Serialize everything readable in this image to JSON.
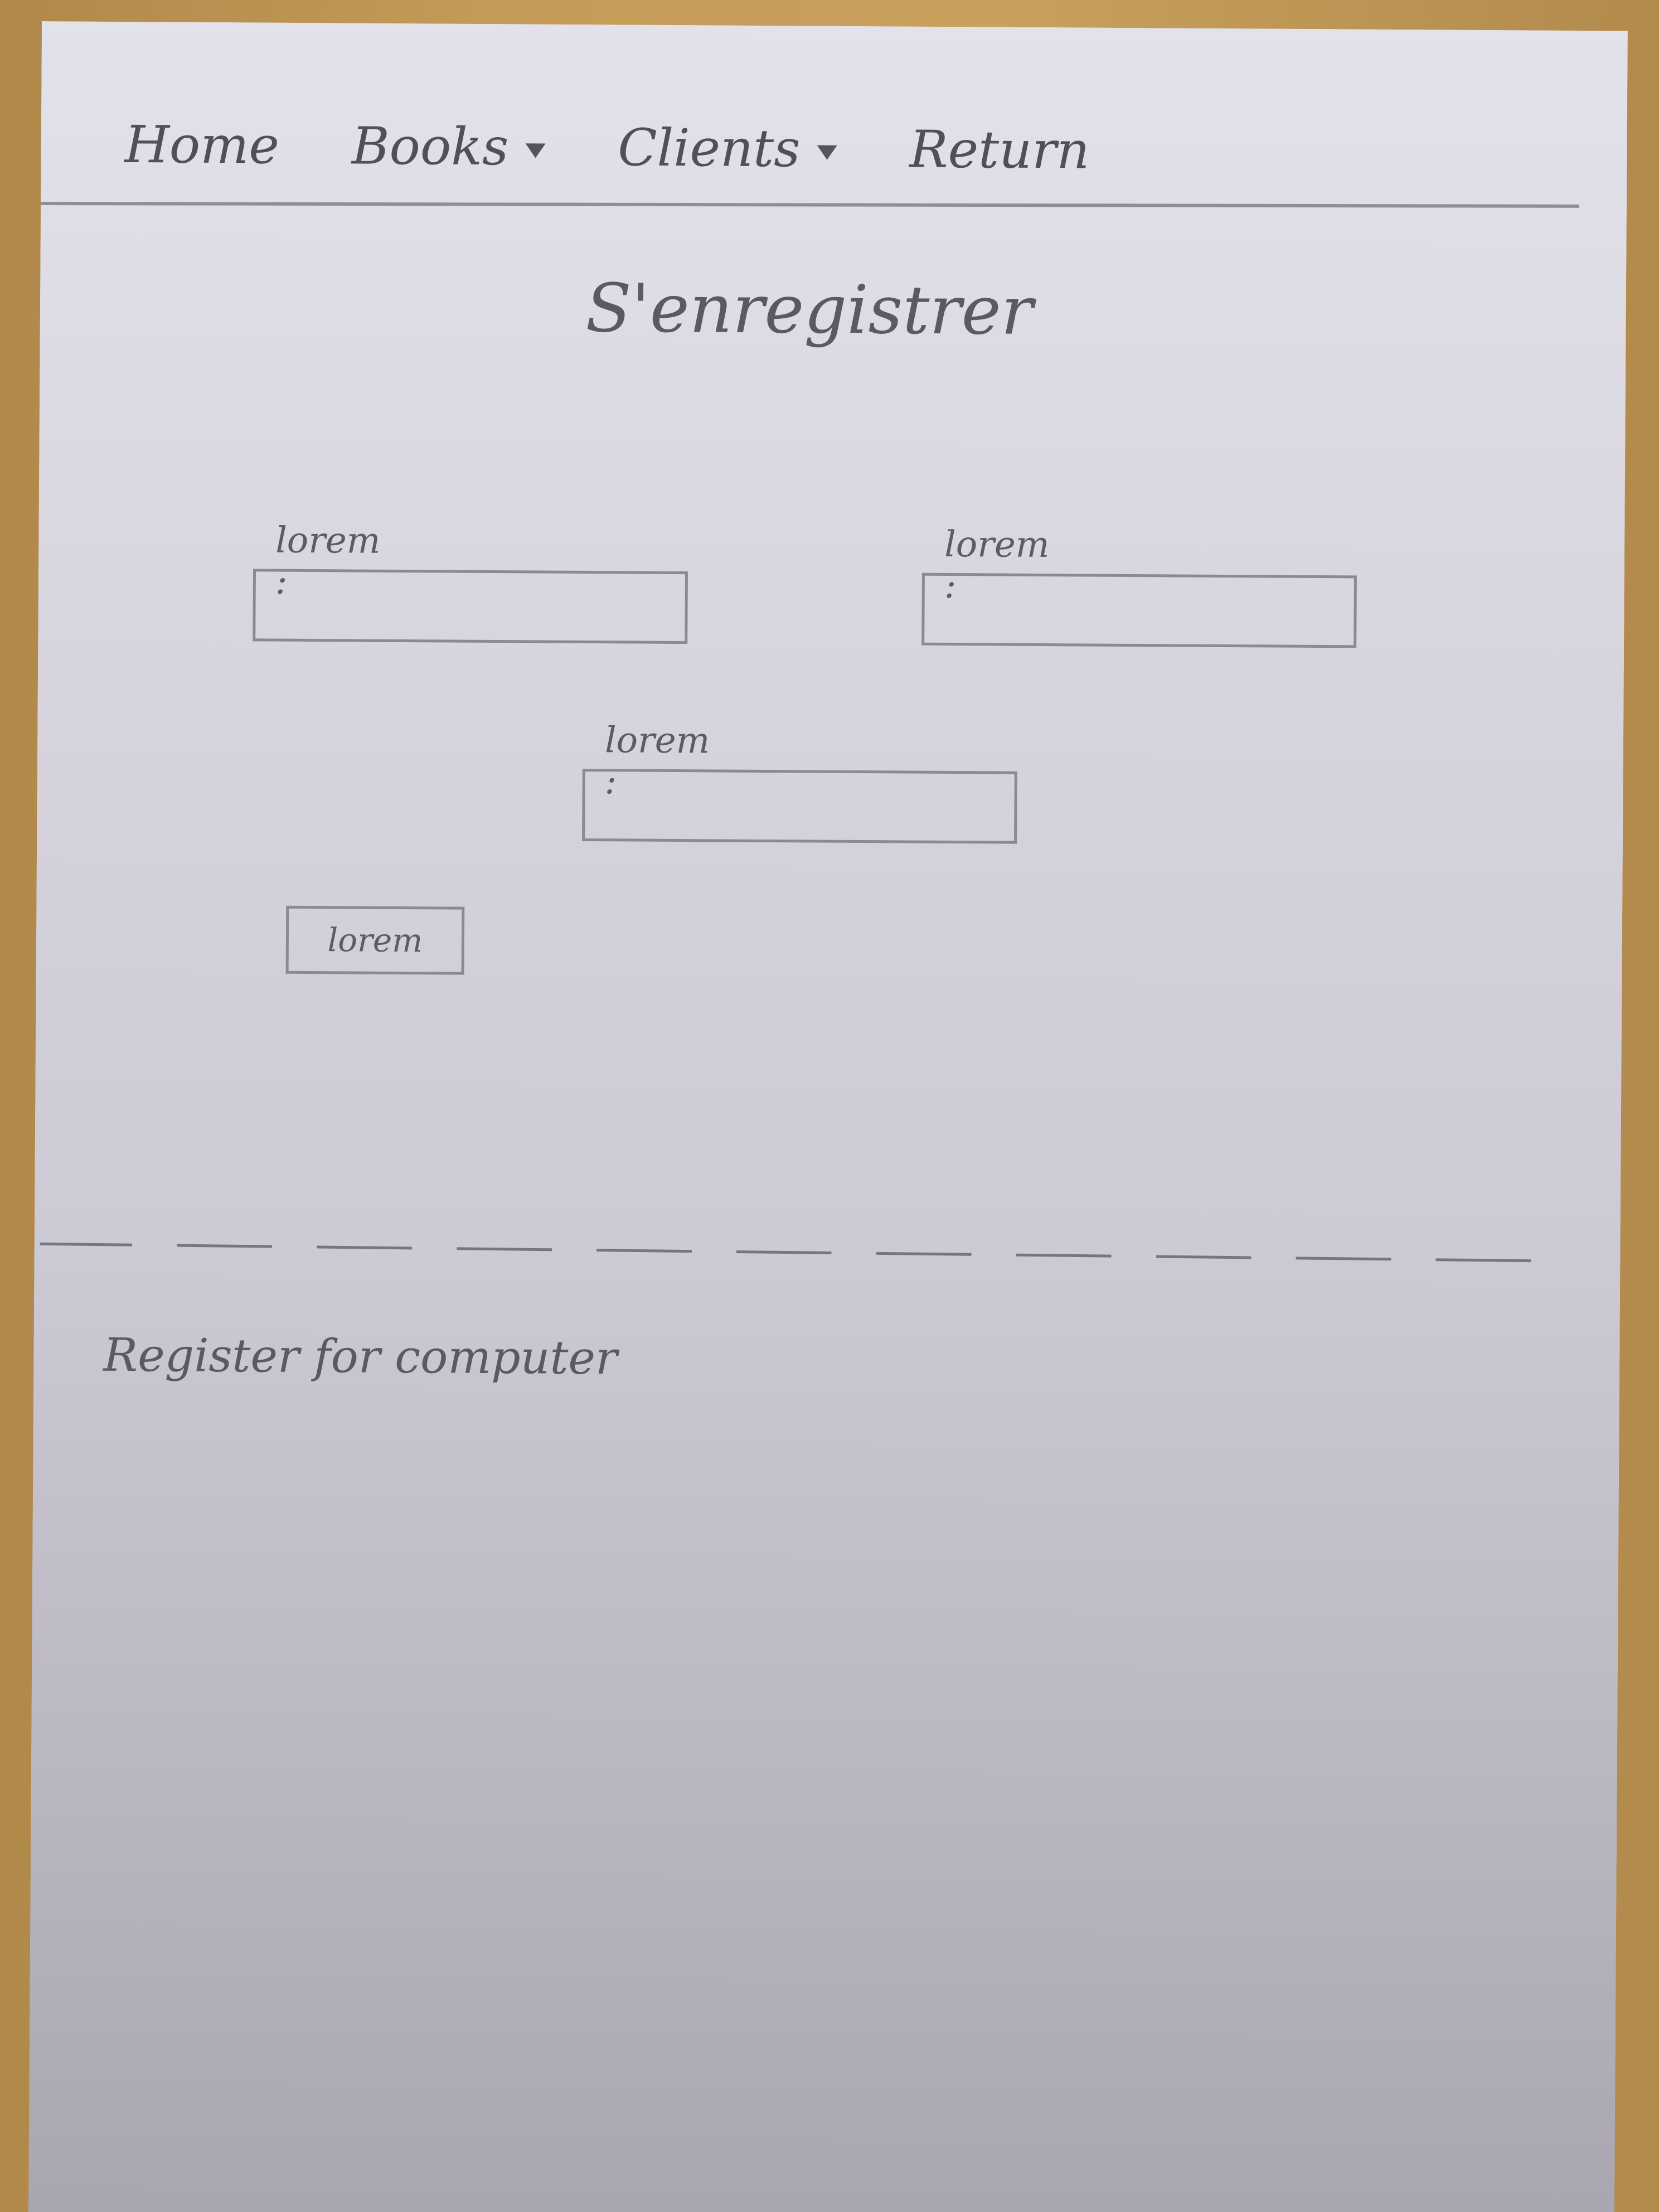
{
  "nav": {
    "items": [
      {
        "label": "Home",
        "has_dropdown": false
      },
      {
        "label": "Books",
        "has_dropdown": true
      },
      {
        "label": "Clients",
        "has_dropdown": true
      },
      {
        "label": "Return",
        "has_dropdown": false
      }
    ]
  },
  "page": {
    "title": "S'enregistrer"
  },
  "form": {
    "fields": [
      {
        "label": "lorem :",
        "value": ""
      },
      {
        "label": "lorem :",
        "value": ""
      },
      {
        "label": "lorem :",
        "value": ""
      }
    ],
    "submit_label": "lorem"
  },
  "footer": {
    "heading": "Register for computer"
  }
}
